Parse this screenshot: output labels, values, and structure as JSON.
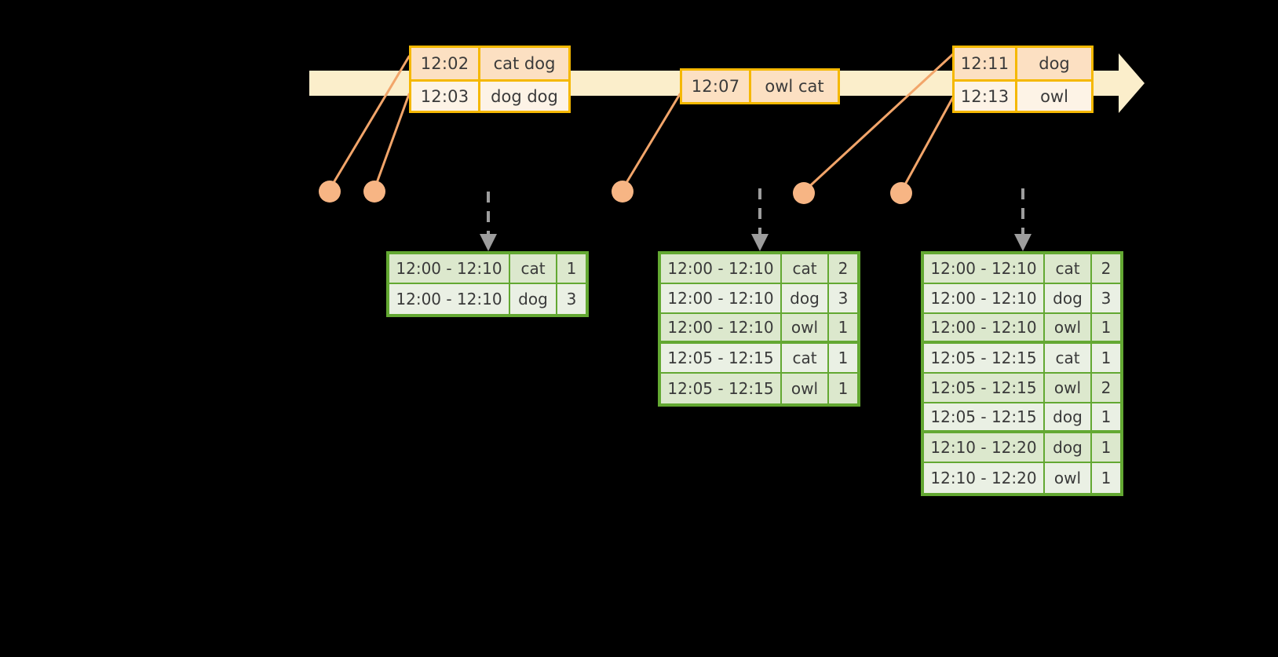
{
  "colors": {
    "background": "#000000",
    "timeline_bar": "#fbeecb",
    "event_border": "#f5b800",
    "event_fill_dark": "#fce0c2",
    "event_fill_light": "#fdf3e6",
    "connector": "#f2a56a",
    "dot": "#f7b584",
    "table_border": "#63a832",
    "table_fill_dark": "#dce8cd",
    "table_fill_light": "#eaf0e4",
    "arrow_gray": "#9d9d9d",
    "text": "#3a3a3a"
  },
  "timeline": {
    "name": "event-stream-timeline",
    "direction": "left-to-right",
    "event_groups": [
      {
        "id": "group-1",
        "events": [
          {
            "time": "12:02",
            "words": "cat dog"
          },
          {
            "time": "12:03",
            "words": "dog dog"
          }
        ]
      },
      {
        "id": "group-2",
        "events": [
          {
            "time": "12:07",
            "words": "owl cat"
          }
        ]
      },
      {
        "id": "group-3",
        "events": [
          {
            "time": "12:11",
            "words": "dog"
          },
          {
            "time": "12:13",
            "words": "owl"
          }
        ]
      }
    ]
  },
  "tables": [
    {
      "id": "result-table-1",
      "columns": [
        "window",
        "word",
        "count"
      ],
      "rows": [
        {
          "window": "12:00 - 12:10",
          "word": "cat",
          "count": "1"
        },
        {
          "window": "12:00 - 12:10",
          "word": "dog",
          "count": "3"
        }
      ]
    },
    {
      "id": "result-table-2",
      "columns": [
        "window",
        "word",
        "count"
      ],
      "rows": [
        {
          "window": "12:00 - 12:10",
          "word": "cat",
          "count": "2"
        },
        {
          "window": "12:00 - 12:10",
          "word": "dog",
          "count": "3"
        },
        {
          "window": "12:00 - 12:10",
          "word": "owl",
          "count": "1"
        },
        {
          "window": "12:05 - 12:15",
          "word": "cat",
          "count": "1"
        },
        {
          "window": "12:05 - 12:15",
          "word": "owl",
          "count": "1"
        }
      ]
    },
    {
      "id": "result-table-3",
      "columns": [
        "window",
        "word",
        "count"
      ],
      "rows": [
        {
          "window": "12:00 - 12:10",
          "word": "cat",
          "count": "2"
        },
        {
          "window": "12:00 - 12:10",
          "word": "dog",
          "count": "3"
        },
        {
          "window": "12:00 - 12:10",
          "word": "owl",
          "count": "1"
        },
        {
          "window": "12:05 - 12:15",
          "word": "cat",
          "count": "1"
        },
        {
          "window": "12:05 - 12:15",
          "word": "owl",
          "count": "2"
        },
        {
          "window": "12:05 - 12:15",
          "word": "dog",
          "count": "1"
        },
        {
          "window": "12:10 - 12:20",
          "word": "dog",
          "count": "1"
        },
        {
          "window": "12:10 - 12:20",
          "word": "owl",
          "count": "1"
        }
      ]
    }
  ]
}
